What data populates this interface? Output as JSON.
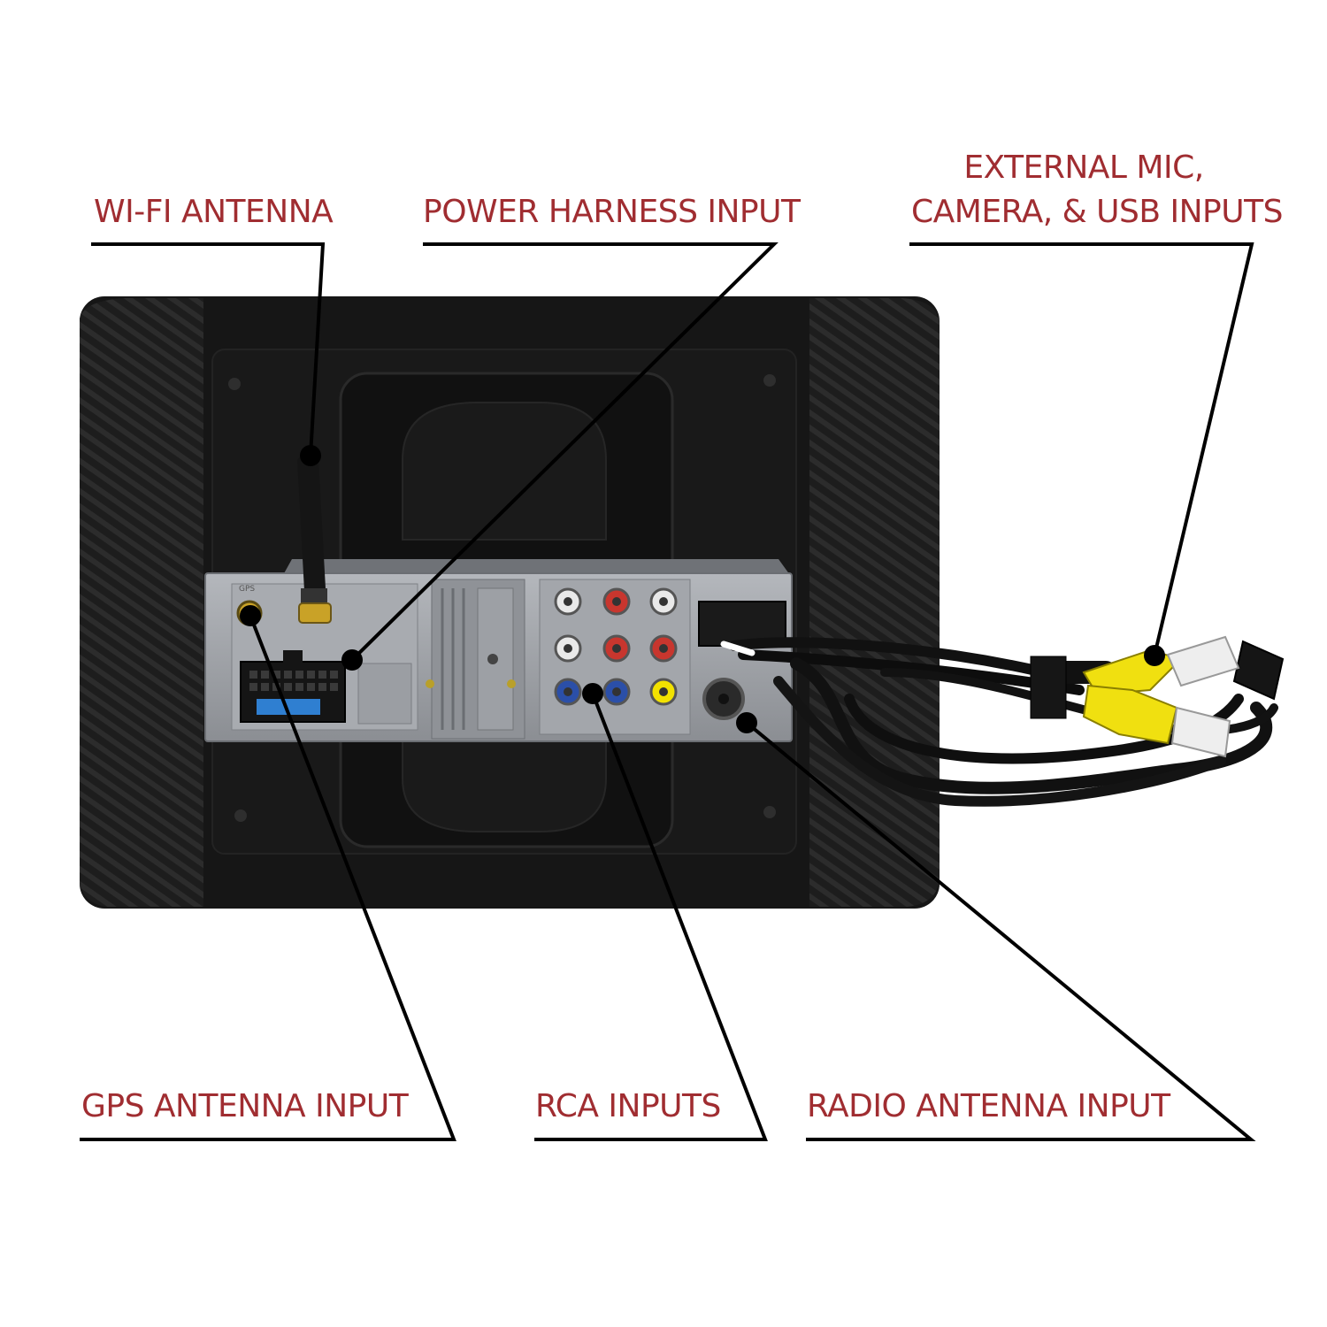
{
  "colors": {
    "label_text": "#a02d31",
    "housing": "#1b1b1b",
    "chassis": "#9fa2a7",
    "rca_red": "#c8362e",
    "rca_blue": "#2b4fa8",
    "rca_yellow": "#f2e200",
    "rca_white": "#e9e9e9",
    "cable": "#111111"
  },
  "labels": {
    "wifi": "WI-FI ANTENNA",
    "power": "POWER HARNESS INPUT",
    "external_line1": "EXTERNAL MIC,",
    "external_line2": "CAMERA, & USB INPUTS",
    "gps": "GPS ANTENNA INPUT",
    "rca": "RCA INPUTS",
    "radio": "RADIO ANTENNA INPUT"
  }
}
